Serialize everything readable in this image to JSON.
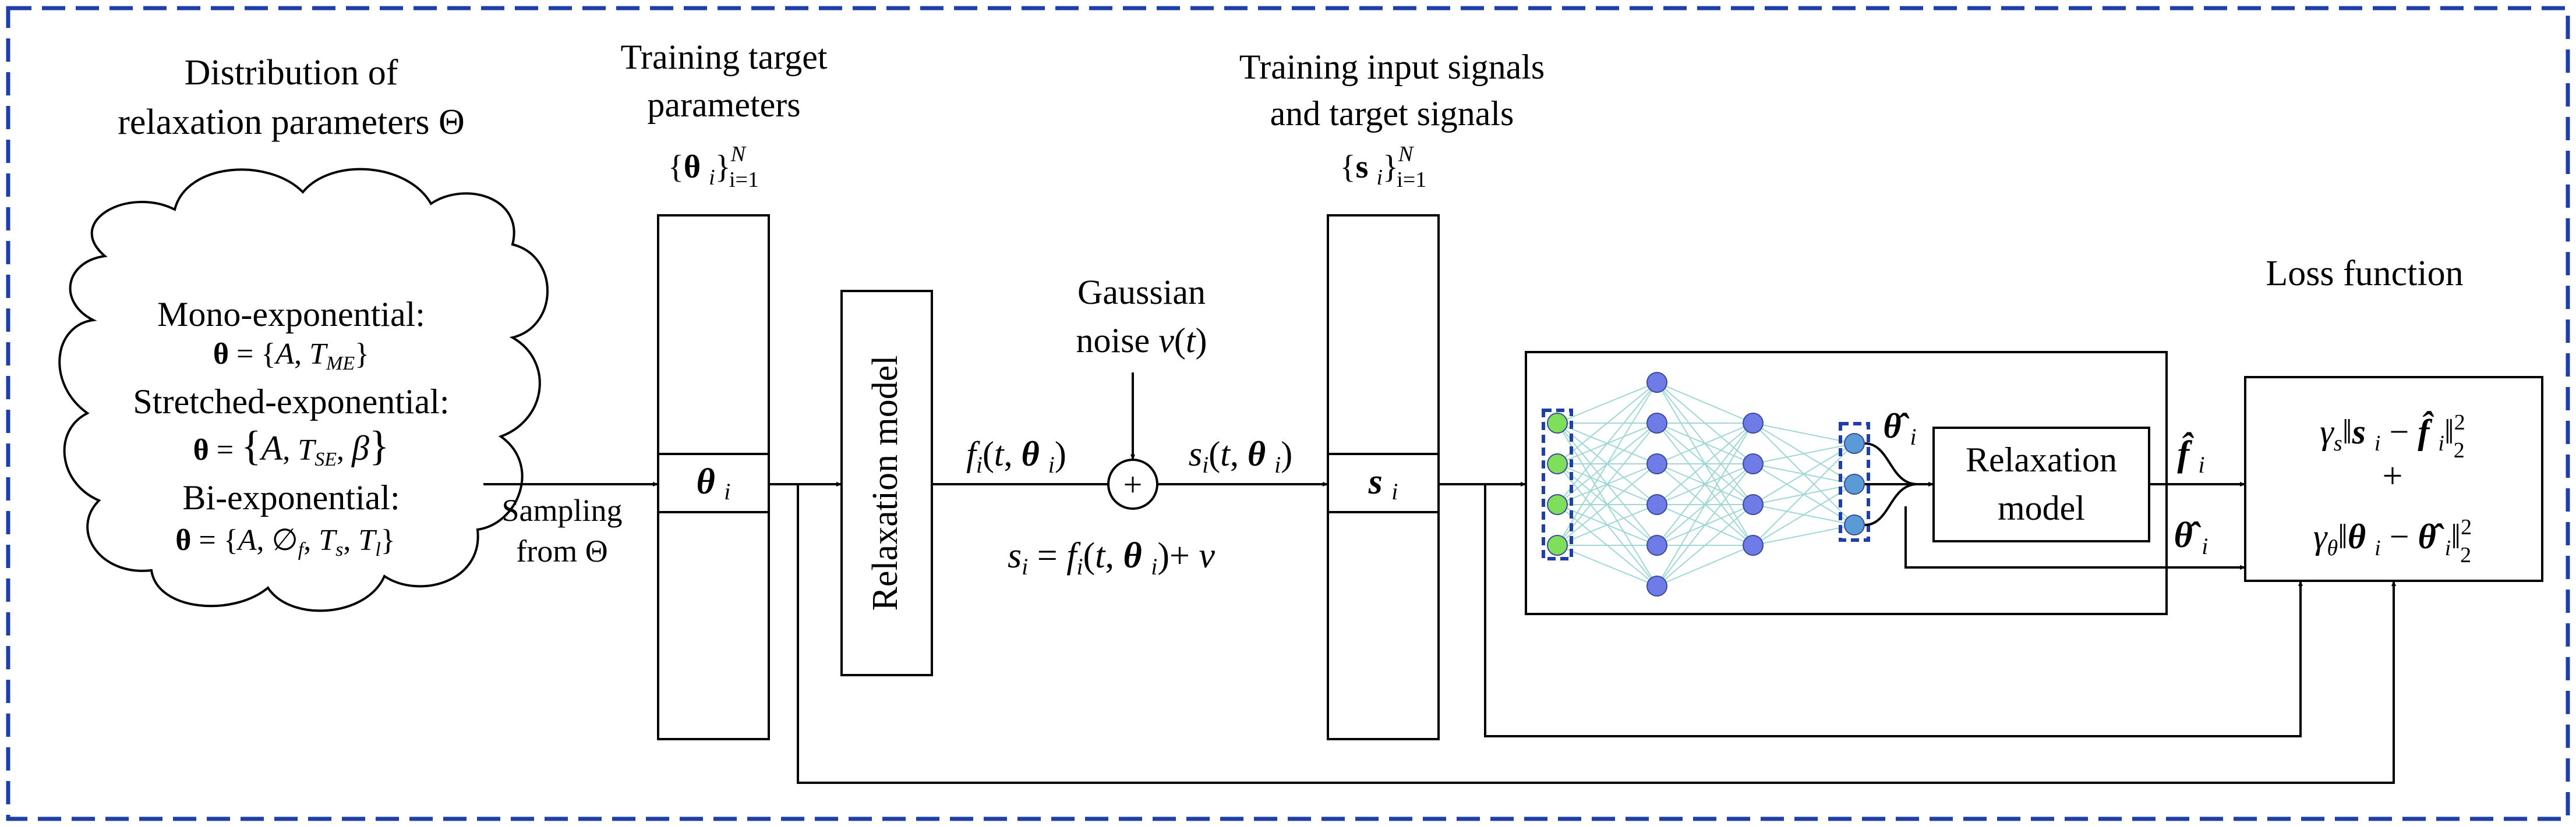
{
  "colors": {
    "border": "#1f3fa8",
    "input_node": "#7ee05a",
    "hidden_node": "#6f7ce8",
    "output_node": "#5b9bd5",
    "connection": "#9fd6d6",
    "line": "#000000"
  },
  "distribution": {
    "title_line1": "Distribution of",
    "title_line2": "relaxation parameters Θ",
    "mono_label": "Mono-exponential:",
    "mono_eq": "θ = {A, T_ME}",
    "stretched_label": "Stretched-exponential:",
    "stretched_eq": "θ = {A, T_SE, β}",
    "bi_label": "Bi-exponential:",
    "bi_eq": "θ = {A, ∅_f, T_s, T_l}"
  },
  "sampling": {
    "line1": "Sampling",
    "line2": "from Θ"
  },
  "target_params": {
    "title_line1": "Training target",
    "title_line2": "parameters",
    "set_notation": "{θ_i}_{i=1}^N",
    "cell": "θ_i"
  },
  "relaxation_model_1": {
    "label": "Relaxation model"
  },
  "signal_f": "f_i(t, θ_i)",
  "noise": {
    "line1": "Gaussian",
    "line2": "noise v(t)",
    "symbol": "+"
  },
  "signal_s": "s_i(t, θ_i)",
  "noise_equation": "s_i = f_i(t, θ_i) + v",
  "input_signals": {
    "title_line1": "Training input signals",
    "title_line2": "and target signals",
    "set_notation": "{s_i}_{i=1}^N",
    "cell": "s_i"
  },
  "network": {
    "layers": [
      4,
      6,
      4,
      3
    ],
    "theta_hat": "θ̂_i",
    "relaxation_model_line1": "Relaxation",
    "relaxation_model_line2": "model"
  },
  "outputs": {
    "f_hat": "f̂_i",
    "theta_hat": "θ̂_i"
  },
  "loss": {
    "title": "Loss function",
    "term1": "γ_s‖s_i − f̂_i‖²₂",
    "plus": "+",
    "term2": "γ_θ‖θ_i − θ̂_i‖²₂"
  }
}
